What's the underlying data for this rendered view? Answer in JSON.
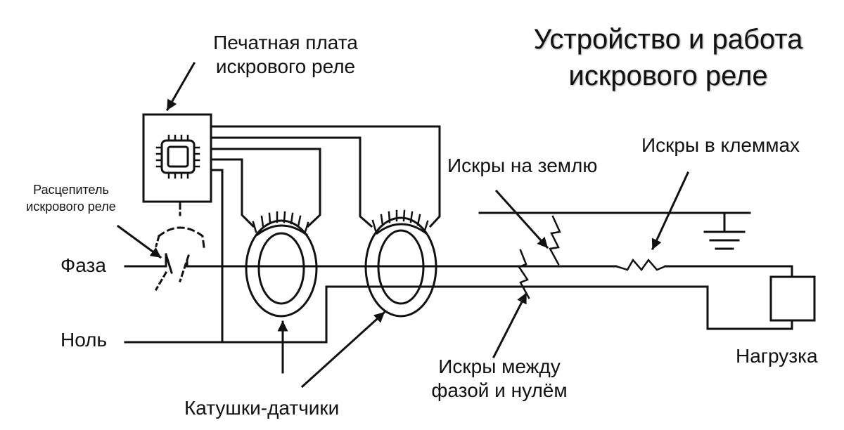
{
  "title": {
    "line1": "Устройство и работа",
    "line2": "искрового реле"
  },
  "labels": {
    "pcb_line1": "Печатная плата",
    "pcb_line2": "искрового реле",
    "releaser_line1": "Расцепитель",
    "releaser_line2": "искрового реле",
    "phase": "Фаза",
    "neutral": "Ноль",
    "coils": "Катушки-датчики",
    "sparks_ground": "Искры на землю",
    "sparks_terminals": "Искры в клеммах",
    "sparks_between_line1": "Искры между",
    "sparks_between_line2": "фазой и нулём",
    "load": "Нагрузка"
  },
  "icons": {
    "chip": "microchip-icon",
    "ground": "ground-symbol-icon",
    "load": "load-box-icon",
    "sparks": "spark-zigzag-icon"
  },
  "colors": {
    "line": "#111111",
    "background": "#ffffff"
  }
}
